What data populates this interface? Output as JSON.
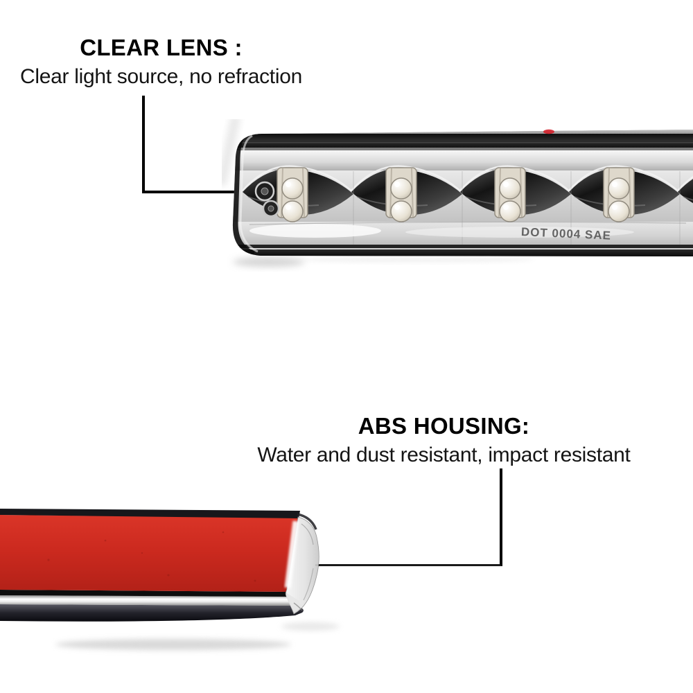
{
  "annotations": {
    "clear_lens": {
      "title": "CLEAR LENS :",
      "subtitle": "Clear light source, no refraction"
    },
    "abs_housing": {
      "title": "ABS HOUSING:",
      "subtitle": "Water and dust resistant, impact resistant"
    }
  },
  "product": {
    "lens_marking": "DOT 0004 SAE"
  },
  "colors": {
    "background": "#ffffff",
    "text": "#0d0d0d",
    "callout_line": "#000000",
    "adhesive_pad_red": "#cc2a1f",
    "chrome_dark": "#1a1a1a",
    "chrome_light": "#eeeeee",
    "red_indicator_dot": "#d2202a"
  }
}
